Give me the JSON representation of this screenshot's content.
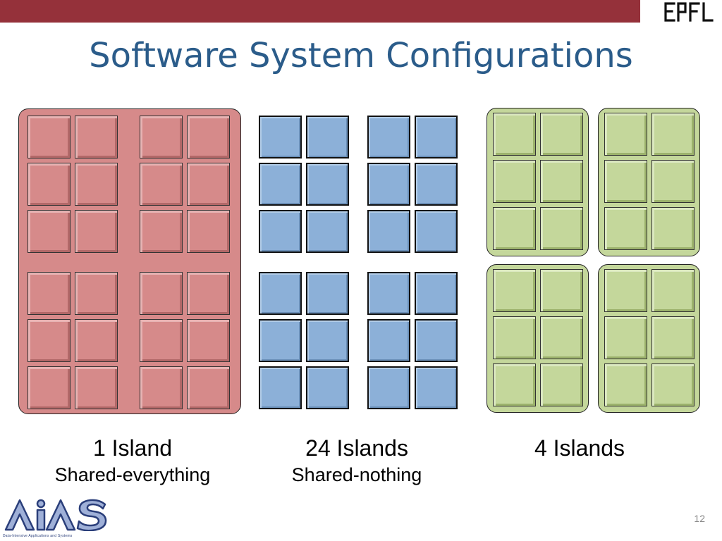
{
  "slide": {
    "title": "Software System Configurations",
    "page_number": "12"
  },
  "logos": {
    "top_right": "EPFL",
    "bottom_left": "AiAS",
    "bottom_left_tagline": "Data-Intensive Applications and Systems"
  },
  "configurations": [
    {
      "label": "1 Island",
      "description": "Shared-everything",
      "color": "#d68a8a",
      "islands": 1,
      "cores_per_island": 24
    },
    {
      "label": "24 Islands",
      "description": "Shared-nothing",
      "color": "#8cb0d8",
      "islands": 24,
      "cores_per_island": 1
    },
    {
      "label": "4 Islands",
      "description": "",
      "color": "#c4d79b",
      "islands": 4,
      "cores_per_island": 6
    }
  ],
  "colors": {
    "header_bar": "#95313a",
    "title_text": "#2b5c8a"
  }
}
